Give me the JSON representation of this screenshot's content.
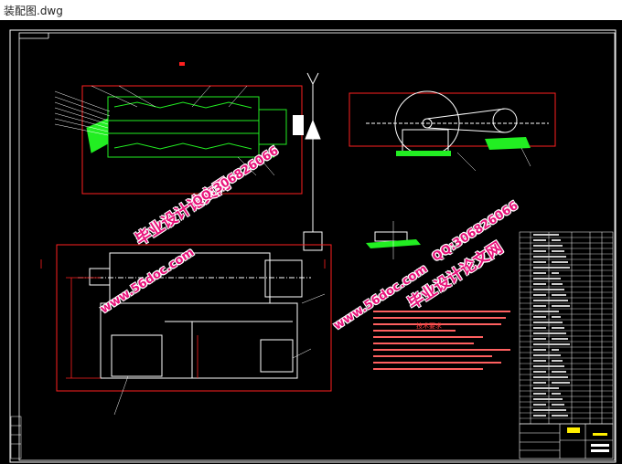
{
  "window": {
    "title": "装配图.dwg"
  },
  "watermarks": {
    "site_url": "www.56doc.com",
    "site_name": "毕业设计论文网",
    "qq": "QQ:306826066"
  },
  "drawing": {
    "tech_requirements_title": "技术要求"
  },
  "colors": {
    "background": "#000000",
    "frame": "#ffffff",
    "outline": "#ff2020",
    "part": "#22ee22",
    "watermark": "#e8127a"
  }
}
